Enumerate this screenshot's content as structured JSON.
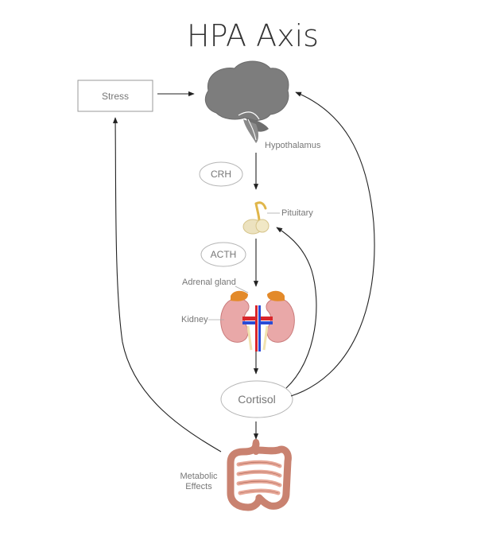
{
  "title": "HPA Axis",
  "nodes": {
    "stress": "Stress",
    "hypothalamus": "Hypothalamus",
    "crh": "CRH",
    "pituitary": "Pituitary",
    "acth": "ACTH",
    "adrenal_gland": "Adrenal gland",
    "kidney": "Kidney",
    "cortisol": "Cortisol",
    "metabolic_effects_line1": "Metabolic",
    "metabolic_effects_line2": "Effects"
  },
  "icons": {
    "brain": "brain-icon",
    "pituitary": "pituitary-gland-icon",
    "kidneys": "kidneys-adrenal-icon",
    "intestines": "intestines-icon"
  },
  "colors": {
    "brain": "#7d7d7d",
    "pituitary": "#ece2bf",
    "pituitary_stalk": "#e0b64a",
    "kidney": "#e9a8a8",
    "kidney_stroke": "#c97a7a",
    "adrenal": "#e38a2a",
    "artery": "#d9262b",
    "vein": "#2a4bd6",
    "ureter": "#f1e3b0",
    "intestine": "#c98270",
    "intestine_dark": "#a85f50"
  }
}
